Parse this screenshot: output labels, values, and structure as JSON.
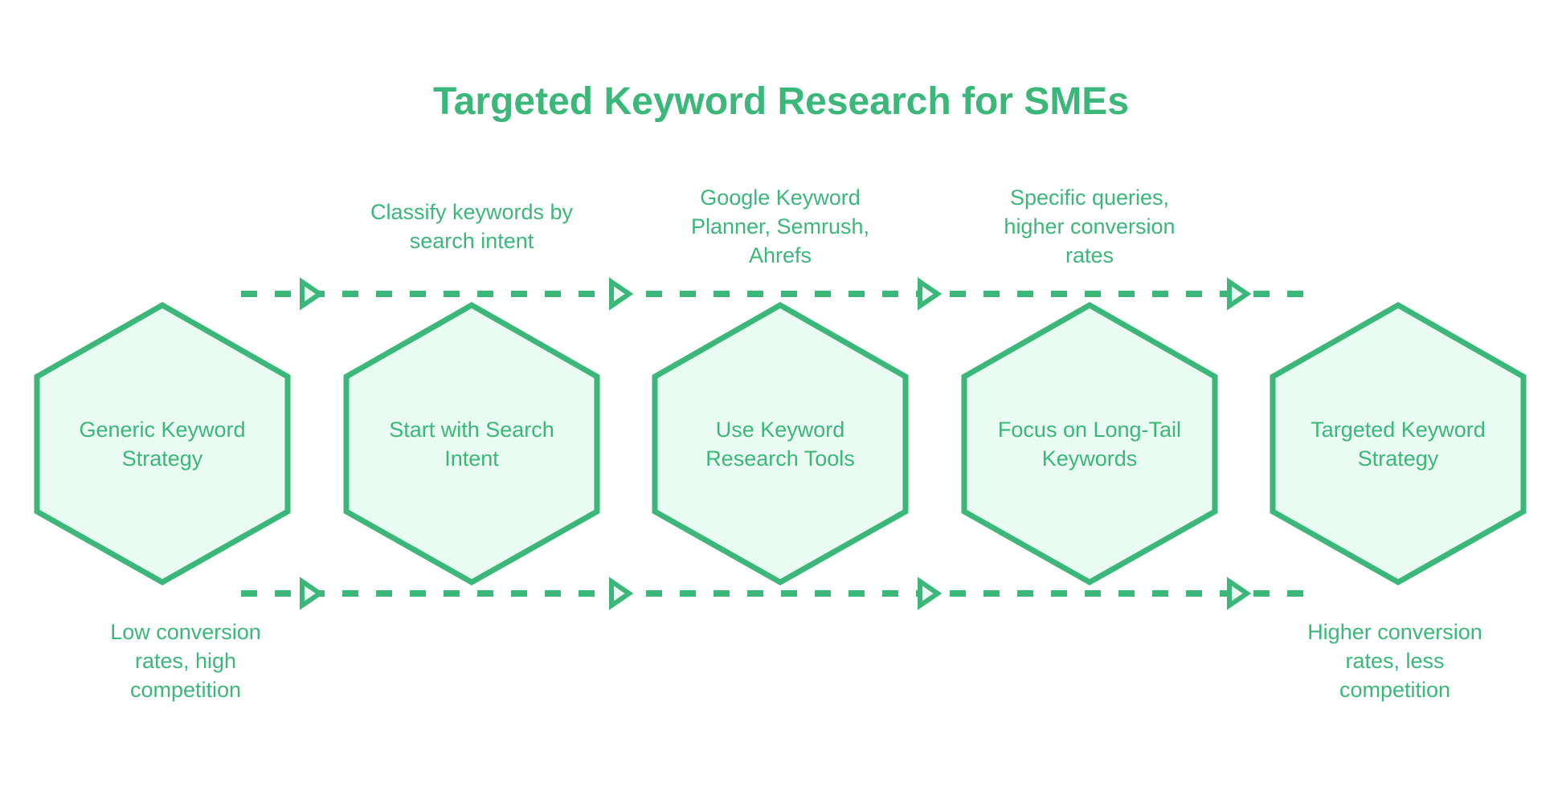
{
  "title": "Targeted Keyword Research for SMEs",
  "steps": [
    {
      "lines": [
        "Generic Keyword",
        "Strategy"
      ]
    },
    {
      "lines": [
        "Start with Search",
        "Intent"
      ]
    },
    {
      "lines": [
        "Use Keyword",
        "Research Tools"
      ]
    },
    {
      "lines": [
        "Focus on Long-Tail",
        "Keywords"
      ]
    },
    {
      "lines": [
        "Targeted Keyword",
        "Strategy"
      ]
    }
  ],
  "top_notes": [
    {
      "lines": [
        "Classify keywords by",
        "search intent"
      ]
    },
    {
      "lines": [
        "Google Keyword",
        "Planner, Semrush,",
        "Ahrefs"
      ]
    },
    {
      "lines": [
        "Specific queries,",
        "higher conversion",
        "rates"
      ]
    }
  ],
  "bottom_notes": [
    {
      "lines": [
        "Low conversion",
        "rates, high",
        "competition"
      ]
    },
    {
      "lines": [
        "Higher conversion",
        "rates, less",
        "competition"
      ]
    }
  ],
  "colors": {
    "accent": "#3bb77a",
    "fill": "#eafbf3"
  }
}
